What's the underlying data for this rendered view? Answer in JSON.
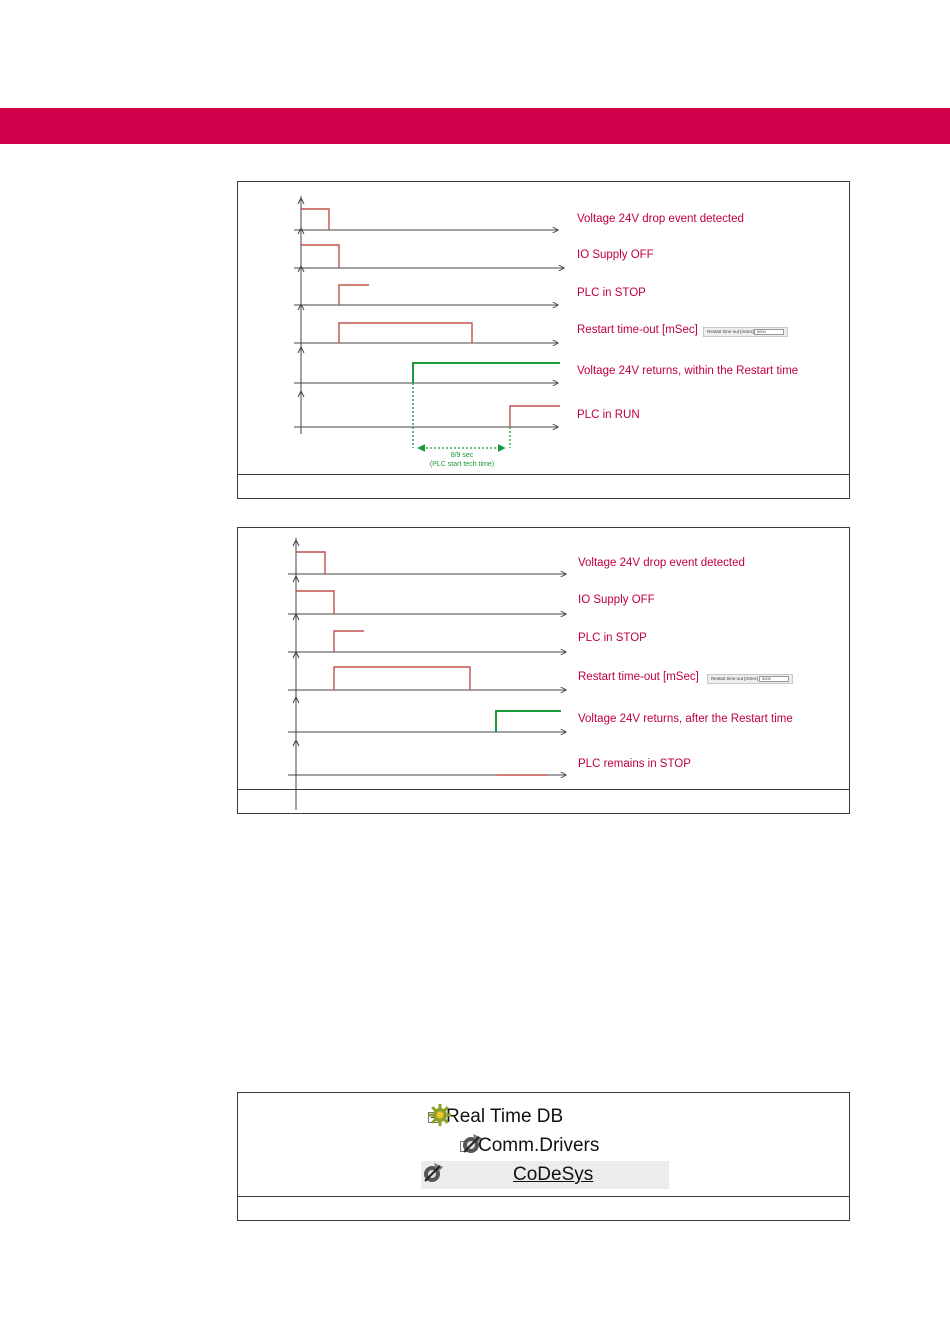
{
  "colors": {
    "brand_band": "#d1004b",
    "signal_red": "#c0504d",
    "signal_green": "#1a9a3a",
    "label_text": "#c0003c"
  },
  "figure1": {
    "signals": [
      "Voltage 24V drop event detected",
      "IO Supply OFF",
      "PLC in STOP",
      "Restart time-out [mSec]",
      "Voltage 24V returns, within the Restart time",
      "PLC in RUN"
    ],
    "timeout_field": {
      "label": "Restart time-out [mSec]",
      "value": "5000"
    },
    "bracket": {
      "line1": "8/9 sec",
      "line2": "(PLC start tech time)"
    }
  },
  "figure2": {
    "signals": [
      "Voltage 24V drop event detected",
      "IO Supply OFF",
      "PLC in STOP",
      "Restart time-out [mSec]",
      "Voltage 24V returns, after the Restart time",
      "PLC remains in STOP"
    ],
    "timeout_field": {
      "label": "Restart time-out [mSec]",
      "value": "5000"
    }
  },
  "figure3": {
    "tree": [
      {
        "label": "Real Time DB",
        "icon": "gear-icon"
      },
      {
        "label": "Comm.Drivers",
        "icon": "driver-icon"
      },
      {
        "label": "CoDeSys",
        "icon": "driver-icon"
      }
    ]
  }
}
